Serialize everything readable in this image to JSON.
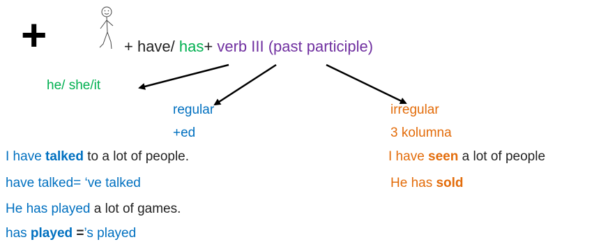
{
  "formula": {
    "plus": "+",
    "part1": "+ have/ ",
    "has": "has",
    "part2": "+ ",
    "verb": "verb III (past participle)"
  },
  "subject_pronouns": "he/ she/it",
  "regular": {
    "title": "regular",
    "rule": "+ed",
    "ex1": {
      "pre": "I have ",
      "bold": "talked",
      "post": " to a lot of people."
    },
    "ex1_contraction": "have talked= ‘ve talked",
    "ex2": {
      "pre": "He has played",
      "post": " a lot of games."
    },
    "ex2_contraction": {
      "pre": "has ",
      "bold": "played",
      "eq": " =",
      "post": "’s played"
    }
  },
  "irregular": {
    "title": "irregular",
    "rule": "3 kolumna",
    "ex1": {
      "pre": "I have ",
      "bold": "seen",
      "post": " a lot of people"
    },
    "ex2": {
      "pre": "He has ",
      "bold": "sold"
    }
  },
  "colors": {
    "green": "#00b050",
    "purple": "#7030a0",
    "blue": "#0070c0",
    "orange": "#e36c0a"
  },
  "icons": [
    "stick-figure-icon",
    "arrow-icon"
  ]
}
